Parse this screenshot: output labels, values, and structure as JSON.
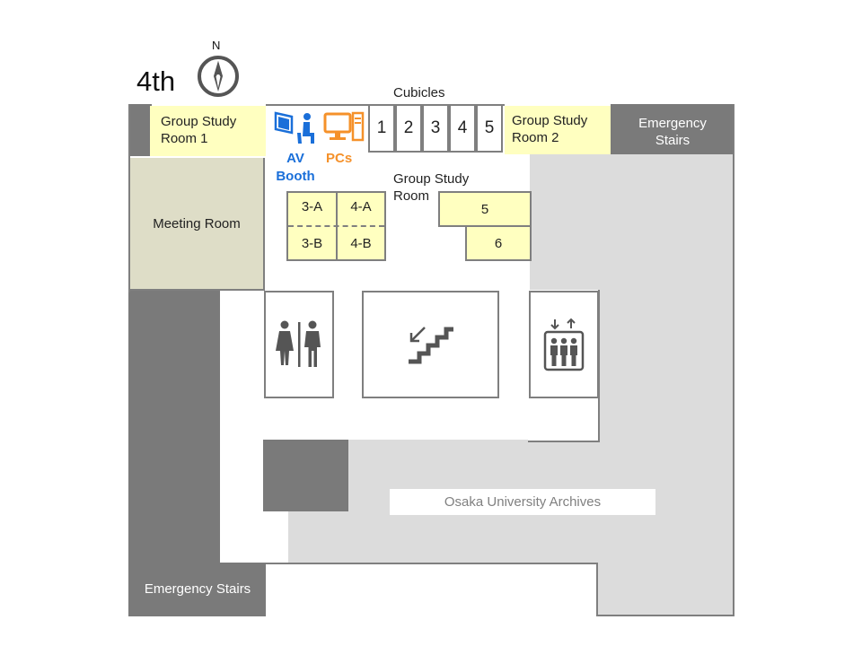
{
  "floor_label": "4th",
  "compass": {
    "north": "N"
  },
  "cubicles": {
    "title": "Cubicles",
    "numbers": [
      "1",
      "2",
      "3",
      "4",
      "5"
    ]
  },
  "rooms": {
    "group_study_room_1": [
      "Group Study",
      "Room 1"
    ],
    "group_study_room_2": [
      "Group Study",
      "Room 2"
    ],
    "meeting_room": "Meeting Room",
    "av_booth": [
      "AV",
      "Booth"
    ],
    "pcs": "PCs",
    "group_study_room": [
      "Group Study",
      "Room"
    ],
    "study_room_5": "5",
    "study_room_6": "6",
    "booths": [
      "3-A",
      "4-A",
      "3-B",
      "4-B"
    ],
    "emergency_stairs_top": [
      "Emergency",
      "Stairs"
    ],
    "emergency_stairs_bottom": "Emergency Stairs",
    "archives": "Osaka University Archives"
  },
  "icons": [
    "compass-icon",
    "av-booth-icon",
    "pc-icon",
    "restroom-icon",
    "stairs-icon",
    "elevator-icon"
  ],
  "colors": {
    "dark_area": "#7a7a7a",
    "light_area": "#dcdcdc",
    "study_room": "#ffffc0",
    "meeting_room": "#deddc7",
    "av_blue": "#1a6fd9",
    "pc_orange": "#f5912a",
    "icon_gray": "#555555"
  }
}
